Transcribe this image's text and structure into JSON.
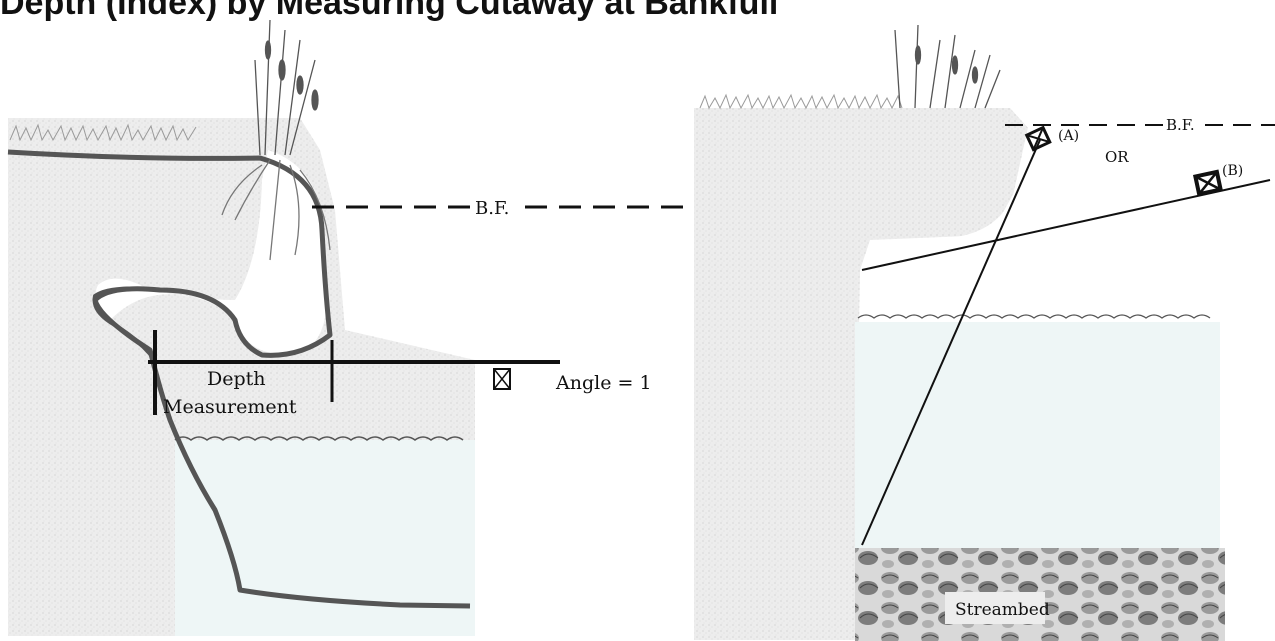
{
  "header": {
    "title_fragment": "Depth (Index) by Measuring Cutaway at Bankfull"
  },
  "left_panel": {
    "bf_label": "B.F.",
    "depth_label_line1": "Depth",
    "depth_label_line2": "Measurement",
    "angle_label": "Angle = 1"
  },
  "right_panel": {
    "bf_label": "B.F.",
    "option_a_label": "(A)",
    "option_b_label": "(B)",
    "or_label": "OR",
    "streambed_label": "Streambed"
  },
  "colors": {
    "soil": "#ececec",
    "water": "#eef6f6",
    "ink": "#111111",
    "bank_outline": "#555555"
  }
}
